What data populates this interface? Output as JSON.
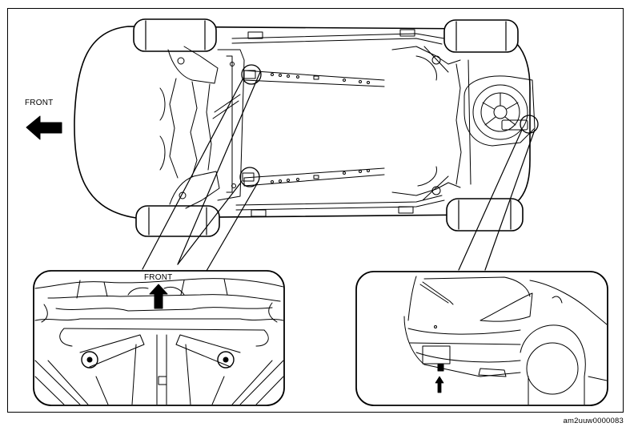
{
  "labels": {
    "front_main": "FRONT",
    "front_inset": "FRONT",
    "figure_code": "am2uuw0000083"
  },
  "icons": {
    "direction_arrow": "arrow-left-icon",
    "inset_arrow": "arrow-up-icon",
    "hook_marker": "arrow-up-icon"
  },
  "colors": {
    "line": "#000000",
    "background": "#ffffff"
  }
}
